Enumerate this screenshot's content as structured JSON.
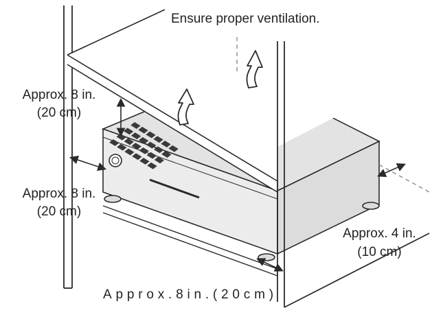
{
  "labels": {
    "title": "Ensure proper ventilation.",
    "top_clearance": {
      "line1": "Approx. 8 in.",
      "line2": "(20 cm)"
    },
    "side_clearance": {
      "line1": "Approx. 8 in.",
      "line2": "(20 cm)"
    },
    "right_clearance": {
      "line1": "Approx. 4 in.",
      "line2": "(10 cm)"
    },
    "rear_clearance": "Approx.8in.(20cm)"
  },
  "colors": {
    "line": "#2a2a2a",
    "shelf_fill": "#ffffff",
    "receiver_top": "#e3e3e3",
    "receiver_front": "#ececec",
    "receiver_side": "#dcdcdc",
    "vent": "#3a3a3a",
    "dashed": "#8a8a8a"
  },
  "icons": [
    "airflow-arrow-icon",
    "power-knob-icon",
    "dimension-arrow-icon"
  ]
}
